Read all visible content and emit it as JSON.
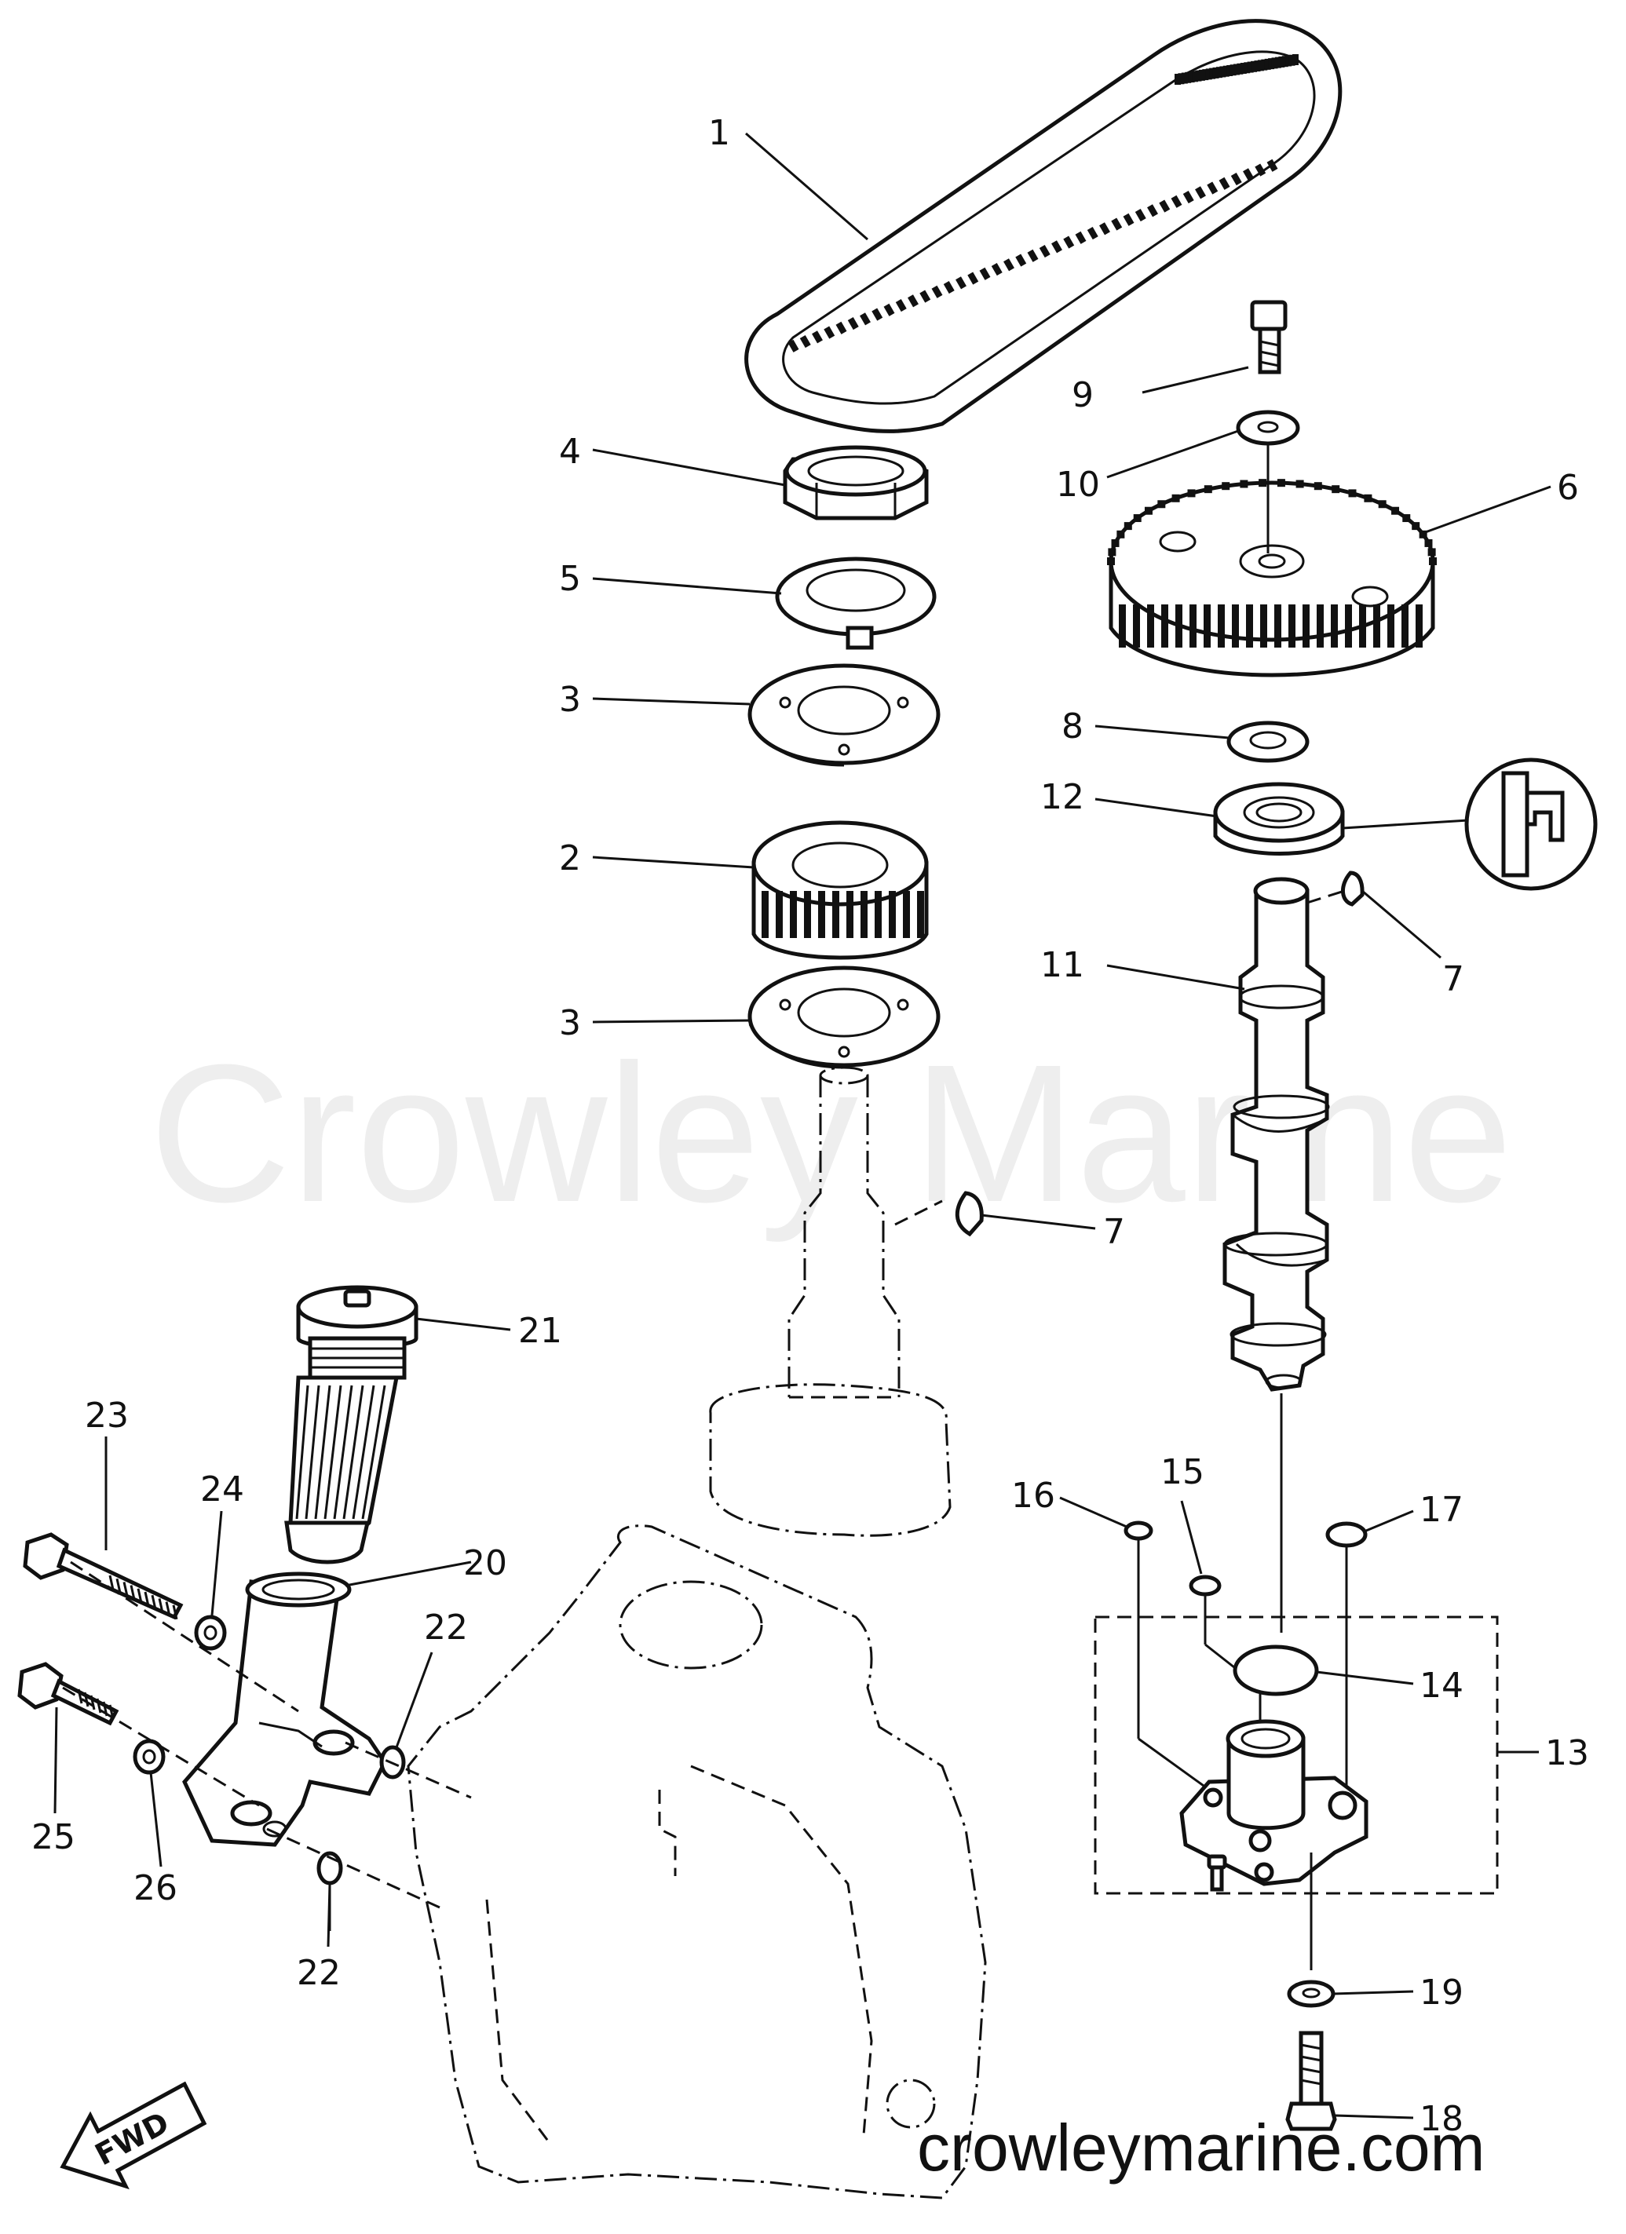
{
  "watermark_center": "Crowley Marine",
  "watermark_url": "crowleymarine.com",
  "fwd_label": "FWD",
  "callouts": [
    {
      "id": "c1",
      "text": "1"
    },
    {
      "id": "c2",
      "text": "2"
    },
    {
      "id": "c3a",
      "text": "3"
    },
    {
      "id": "c3b",
      "text": "3"
    },
    {
      "id": "c4",
      "text": "4"
    },
    {
      "id": "c5",
      "text": "5"
    },
    {
      "id": "c6",
      "text": "6"
    },
    {
      "id": "c7a",
      "text": "7"
    },
    {
      "id": "c7b",
      "text": "7"
    },
    {
      "id": "c8",
      "text": "8"
    },
    {
      "id": "c9",
      "text": "9"
    },
    {
      "id": "c10",
      "text": "10"
    },
    {
      "id": "c11",
      "text": "11"
    },
    {
      "id": "c12",
      "text": "12"
    },
    {
      "id": "c13",
      "text": "13"
    },
    {
      "id": "c14",
      "text": "14"
    },
    {
      "id": "c15",
      "text": "15"
    },
    {
      "id": "c16",
      "text": "16"
    },
    {
      "id": "c17",
      "text": "17"
    },
    {
      "id": "c18",
      "text": "18"
    },
    {
      "id": "c19",
      "text": "19"
    },
    {
      "id": "c20",
      "text": "20"
    },
    {
      "id": "c21",
      "text": "21"
    },
    {
      "id": "c22a",
      "text": "22"
    },
    {
      "id": "c22b",
      "text": "22"
    },
    {
      "id": "c23",
      "text": "23"
    },
    {
      "id": "c24",
      "text": "24"
    },
    {
      "id": "c25",
      "text": "25"
    },
    {
      "id": "c26",
      "text": "26"
    }
  ]
}
